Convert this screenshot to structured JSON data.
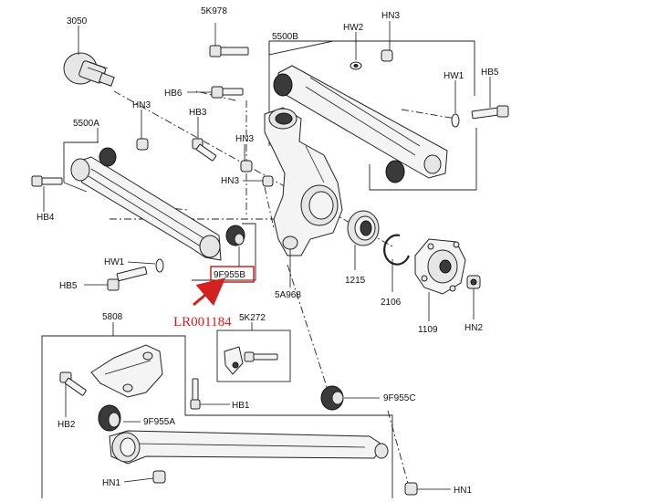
{
  "colors": {
    "highlight": "#d42020",
    "line": "#222222",
    "part_fill": "#e6e6e6"
  },
  "labels": {
    "p3050": "3050",
    "p5k978": "5K978",
    "p5500b": "5500B",
    "hw2": "HW2",
    "hn3_top": "HN3",
    "hw1_right": "HW1",
    "hb5_right": "HB5",
    "hb6": "HB6",
    "hn3_left": "HN3",
    "hb3": "HB3",
    "p5500a": "5500A",
    "hn3_mid": "HN3",
    "hn3_mid2": "HN3",
    "hb4": "HB4",
    "hw1_left": "HW1",
    "hb5_left": "HB5",
    "p9f955b": "9F955B",
    "p5a968": "5A968",
    "p1215": "1215",
    "p2106": "2106",
    "p1109": "1109",
    "hn2": "HN2",
    "lr_code": "LR001184",
    "p5808": "5808",
    "p5k272": "5K272",
    "hb1": "HB1",
    "hb2": "HB2",
    "p9f955a": "9F955A",
    "p9f955c": "9F955C",
    "hn1_left": "HN1",
    "hn1_right": "HN1"
  }
}
